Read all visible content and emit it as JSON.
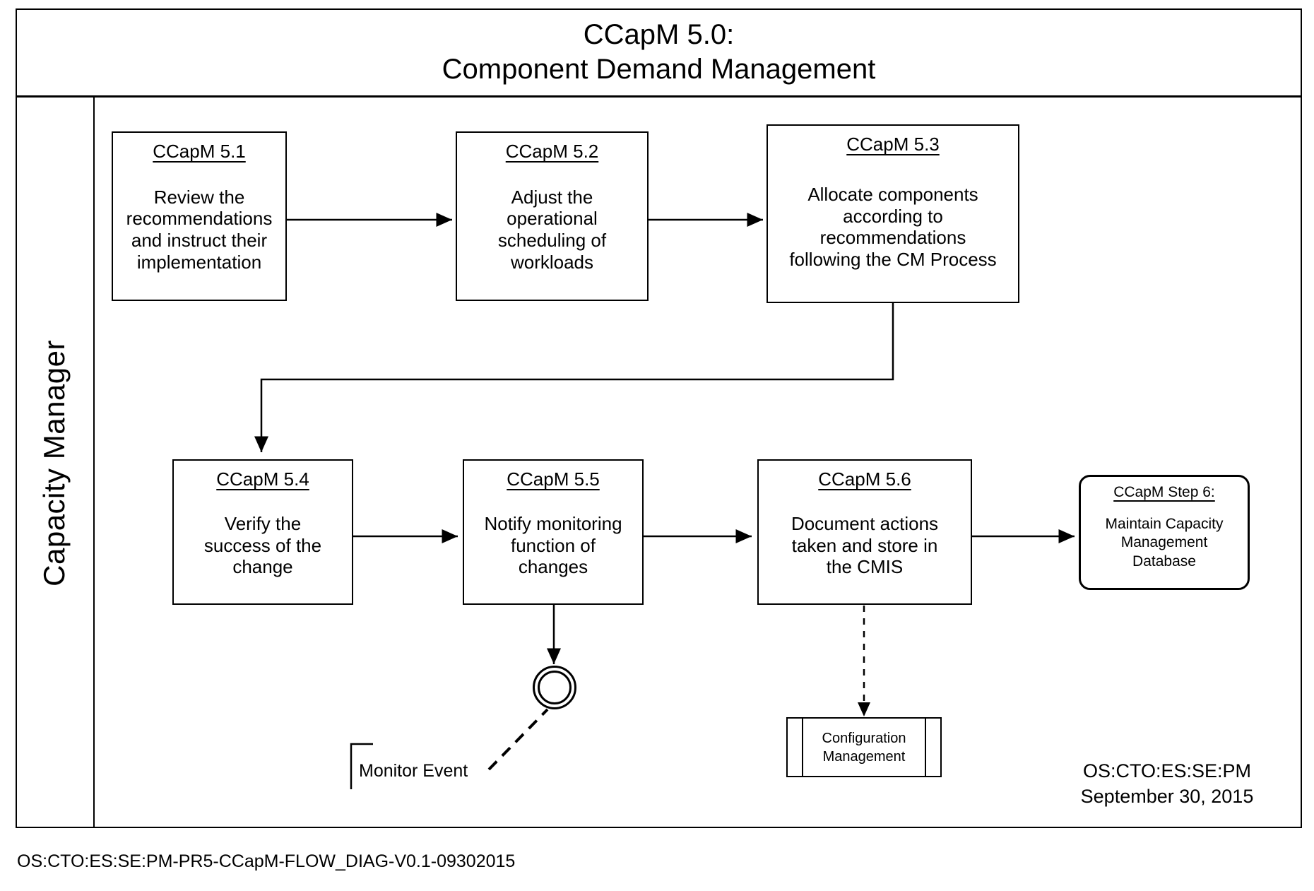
{
  "header": {
    "title_line1": "CCapM 5.0:",
    "title_line2": "Component Demand Management"
  },
  "lane": {
    "label": "Capacity Manager"
  },
  "tasks": [
    {
      "id": "CCapM 5.1",
      "text": "Review the\nrecommendations\nand instruct their\nimplementation"
    },
    {
      "id": "CCapM 5.2",
      "text": "Adjust the\noperational\nscheduling of\nworkloads"
    },
    {
      "id": "CCapM 5.3",
      "text": "Allocate components\naccording to\nrecommendations\nfollowing the CM Process"
    },
    {
      "id": "CCapM 5.4",
      "text": "Verify the\nsuccess of the\nchange"
    },
    {
      "id": "CCapM 5.5",
      "text": "Notify monitoring\nfunction of\nchanges"
    },
    {
      "id": "CCapM 5.6",
      "text": "Document actions\ntaken and store in\nthe CMIS"
    }
  ],
  "next_step": {
    "id": "CCapM Step 6:",
    "text": "Maintain Capacity\nManagement\nDatabase"
  },
  "datastore": {
    "label": "Configuration\nManagement"
  },
  "annotation": {
    "monitor_event": "Monitor Event"
  },
  "footer": {
    "stamp": "OS:CTO:ES:SE:PM\nSeptember 30, 2015",
    "doc_id": "OS:CTO:ES:SE:PM-PR5-CCapM-FLOW_DIAG-V0.1-09302015"
  },
  "colors": {
    "stroke": "#000000",
    "background": "#ffffff"
  }
}
